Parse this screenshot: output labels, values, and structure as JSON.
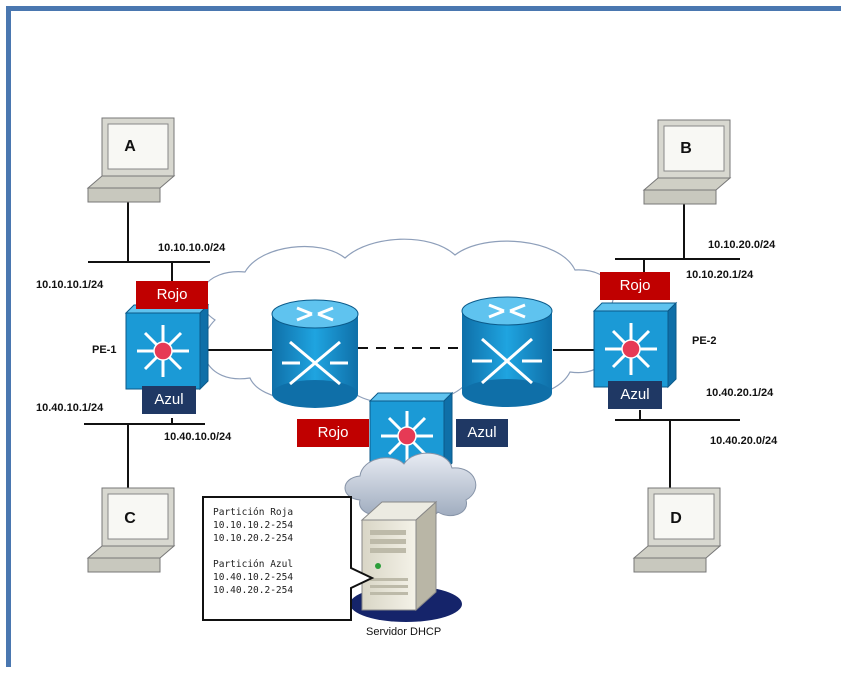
{
  "devices": {
    "pc_a": "A",
    "pc_b": "B",
    "pc_c": "C",
    "pc_d": "D",
    "pe1": "PE-1",
    "pe2": "PE-2",
    "server": "Servidor DHCP"
  },
  "networks": {
    "net_a": "10.10.10.0/24",
    "gw_a": "10.10.10.1/24",
    "net_b": "10.10.20.0/24",
    "gw_b": "10.10.20.1/24",
    "net_c": "10.40.10.0/24",
    "gw_c": "10.40.10.1/24",
    "net_d": "10.40.20.0/24",
    "gw_d": "10.40.20.1/24"
  },
  "tags": {
    "pe1_red": "Rojo",
    "pe1_blue": "Azul",
    "pe2_red": "Rojo",
    "pe2_blue": "Azul",
    "center_red": "Rojo",
    "center_blue": "Azul"
  },
  "dhcp_note": {
    "red_title": "Partición Roja",
    "red_1": "10.10.10.2-254",
    "red_2": "10.10.20.2-254",
    "blue_title": "Partición Azul",
    "blue_1": "10.40.10.2-254",
    "blue_2": "10.40.20.2-254"
  },
  "colors": {
    "red_tag": "#c00000",
    "blue_tag": "#1f3864",
    "device_blue": "#1b9ad6",
    "frame": "#4a77b0"
  }
}
